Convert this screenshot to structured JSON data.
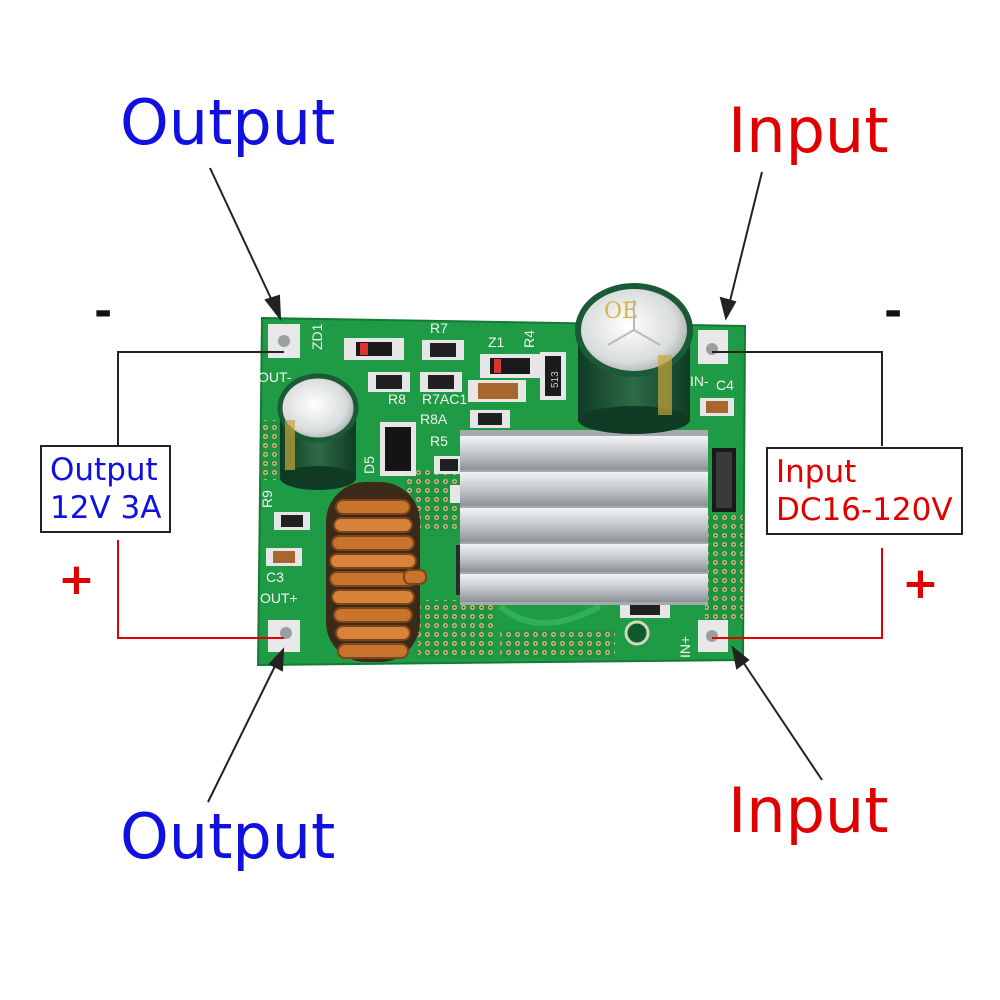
{
  "labels": {
    "output_top": "Output",
    "input_top": "Input",
    "output_bottom": "Output",
    "input_bottom": "Input",
    "minus_left": "-",
    "minus_right": "-",
    "plus_left": "+",
    "plus_right": "+"
  },
  "output_box": {
    "line1": "Output",
    "line2": "12V 3A"
  },
  "input_box": {
    "line1": "Input",
    "line2": "DC16-120V"
  },
  "silkscreen": {
    "zd1": "ZD1",
    "r7": "R7",
    "z1": "Z1",
    "r4": "R4",
    "out_minus": "OUT-",
    "r8": "R8",
    "r7ac1": "R7AC1",
    "r8a": "R8A",
    "r5": "R5",
    "d5": "D5",
    "r9": "R9",
    "c3": "C3",
    "out_plus": "OUT+",
    "in_minus": "IN-",
    "c4": "C4",
    "in_plus": "IN+",
    "cap_text": "OE",
    "ic": "513"
  },
  "colors": {
    "output_text": "#1010e0",
    "input_text": "#e00000",
    "pcb": "#1f9a45",
    "heatsink": "#c9ccd0",
    "copper_coil": "#c8742c"
  }
}
